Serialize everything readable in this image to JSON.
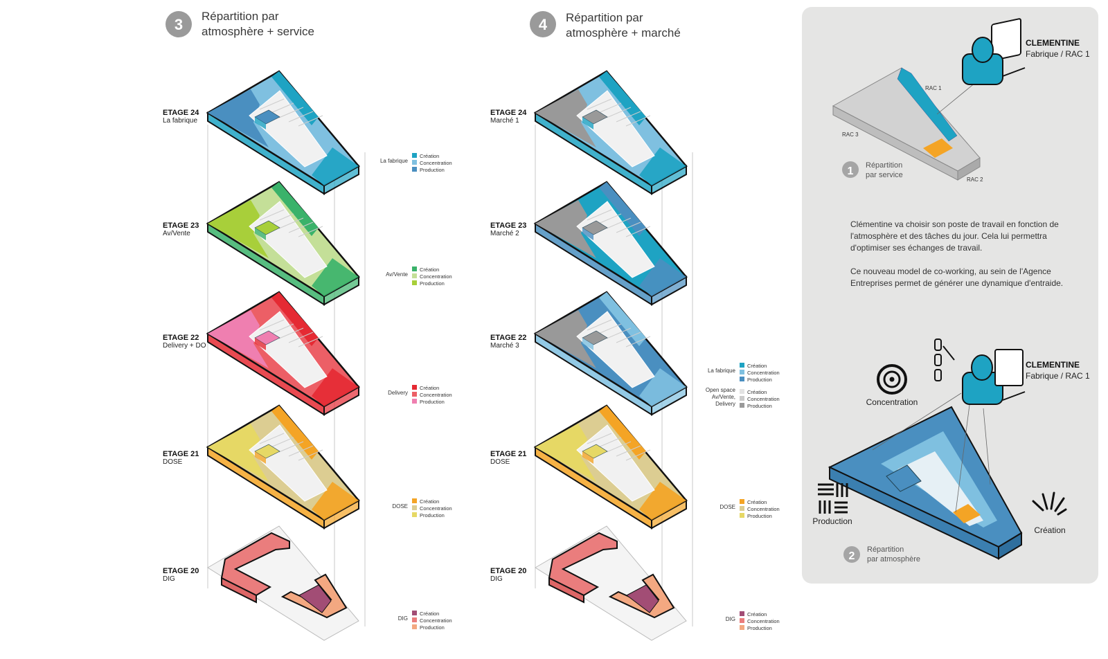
{
  "colors": {
    "fabrique": [
      "#1ea3c3",
      "#7fc0e0",
      "#4a8fc0"
    ],
    "av_vente": [
      "#3ab26a",
      "#c4df98",
      "#a8cf3a"
    ],
    "delivery": [
      "#e52a33",
      "#ec5f66",
      "#ef7fb0"
    ],
    "dose": [
      "#f4a425",
      "#dccd92",
      "#e6d865"
    ],
    "dig": [
      "#a24d75",
      "#ea7d7d",
      "#f3a881"
    ],
    "openspace": [
      "#e3e3e3",
      "#cbcbcb",
      "#999999"
    ]
  },
  "columns": [
    {
      "number": "3",
      "title_line1": "Répartition par",
      "title_line2": "atmosphère + service",
      "floors": [
        {
          "label": "ETAGE 24",
          "sub": "La fabrique"
        },
        {
          "label": "ETAGE 23",
          "sub": "Av/Vente"
        },
        {
          "label": "ETAGE 22",
          "sub": "Delivery + DO"
        },
        {
          "label": "ETAGE 21",
          "sub": "DOSE"
        },
        {
          "label": "ETAGE 20",
          "sub": "DIG"
        }
      ],
      "legends": [
        {
          "name": "La fabrique",
          "items": [
            "Création",
            "Concentration",
            "Production"
          ],
          "colors": "fabrique"
        },
        {
          "name": "Av/Vente",
          "items": [
            "Création",
            "Concentration",
            "Production"
          ],
          "colors": "av_vente"
        },
        {
          "name": "Delivery",
          "items": [
            "Création",
            "Concentration",
            "Production"
          ],
          "colors": "delivery"
        },
        {
          "name": "DOSE",
          "items": [
            "Création",
            "Concentration",
            "Production"
          ],
          "colors": "dose"
        },
        {
          "name": "DIG",
          "items": [
            "Création",
            "Concentration",
            "Production"
          ],
          "colors": "dig"
        }
      ]
    },
    {
      "number": "4",
      "title_line1": "Répartition par",
      "title_line2": "atmosphère + marché",
      "floors": [
        {
          "label": "ETAGE 24",
          "sub": "Marché 1"
        },
        {
          "label": "ETAGE 23",
          "sub": "Marché 2"
        },
        {
          "label": "ETAGE 22",
          "sub": "Marché 3"
        },
        {
          "label": "ETAGE 21",
          "sub": "DOSE"
        },
        {
          "label": "ETAGE 20",
          "sub": "DIG"
        }
      ],
      "legends": [
        {
          "name": "La fabrique",
          "items": [
            "Création",
            "Concentration",
            "Production"
          ],
          "colors": "fabrique"
        },
        {
          "name": "Open space\nAv/Vente,\nDelivery",
          "items": [
            "Création",
            "Concentration",
            "Production"
          ],
          "colors": "openspace"
        },
        {
          "name": "DOSE",
          "items": [
            "Création",
            "Concentration",
            "Production"
          ],
          "colors": "dose"
        },
        {
          "name": "DIG",
          "items": [
            "Création",
            "Concentration",
            "Production"
          ],
          "colors": "dig"
        }
      ]
    }
  ],
  "side_panel": {
    "person_name": "CLEMENTINE",
    "person_role": "Fabrique / RAC 1",
    "rac_labels": [
      "RAC 1",
      "RAC 2",
      "RAC 3"
    ],
    "step1_number": "1",
    "step1_line1": "Répartition",
    "step1_line2": "par service",
    "paragraph1": [
      "Clémentine va choisir son poste de travail en fonction de",
      "l'atmosphère et des tâches du jour. Cela lui permettra",
      "d'optimiser ses échanges de travail."
    ],
    "paragraph2": [
      "Ce nouveau model de co-working, au sein de l'Agence",
      "Entreprises permet de générer une dynamique d'entraide."
    ],
    "atmospheres": [
      "Concentration",
      "Production",
      "Création"
    ],
    "step2_number": "2",
    "step2_line1": "Répartition",
    "step2_line2": "par atmosphère"
  }
}
